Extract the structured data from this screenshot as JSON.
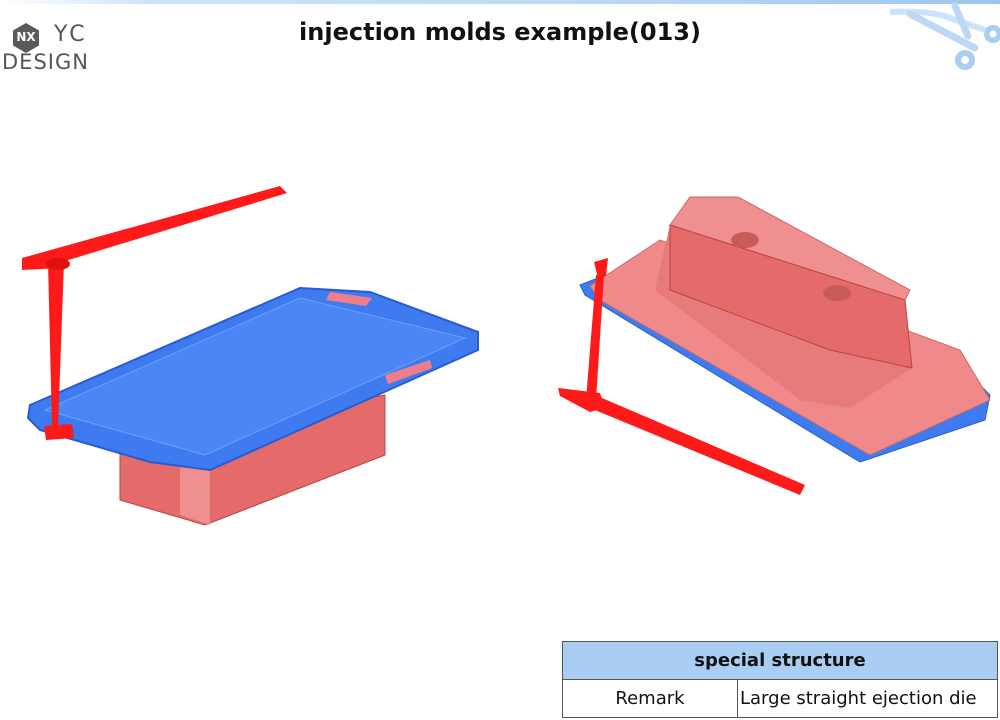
{
  "header": {
    "title": "injection molds example(013)"
  },
  "logo": {
    "badge_text": "NX",
    "brand_line1": "YC",
    "brand_line2": "DESIGN"
  },
  "icons": {
    "corner_decoration": "scissors-icon"
  },
  "colors": {
    "part_blue": "#3f7bf0",
    "part_pink": "#ea7474",
    "runner_red": "#ff1a1a",
    "table_header": "#a9cdf3"
  },
  "info_table": {
    "header": "special structure",
    "rows": [
      {
        "key": "Remark",
        "value": "Large straight ejection die"
      }
    ]
  }
}
